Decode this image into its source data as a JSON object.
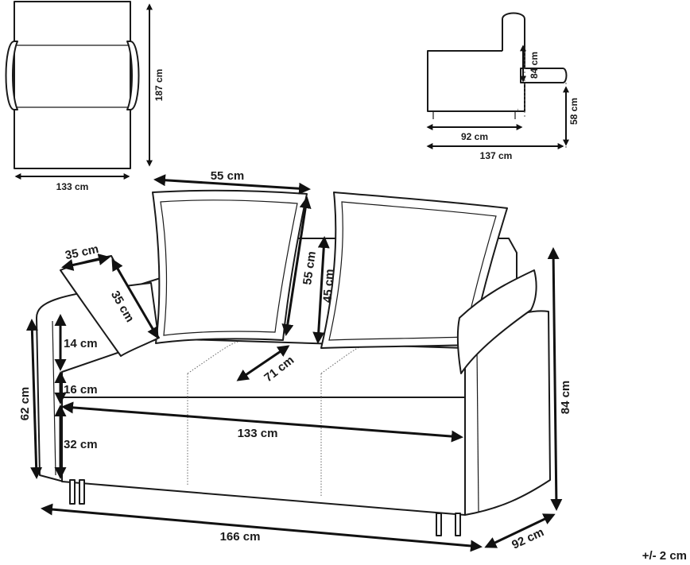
{
  "labels": {
    "top_depth": "187 cm",
    "top_width": "133 cm",
    "side_back_height": "84 cm",
    "side_seat_height": "58 cm",
    "side_depth": "92 cm",
    "side_extended": "137 cm",
    "pillow_width": "55 cm",
    "pillow_height": "55 cm",
    "back_height": "45 cm",
    "small_pillow_w": "35 cm",
    "small_pillow_h": "35 cm",
    "arm_height": "14 cm",
    "seat_thickness": "16 cm",
    "base_height": "32 cm",
    "total_side_height": "62 cm",
    "seat_depth": "71 cm",
    "seat_width": "133 cm",
    "total_height": "84 cm",
    "total_width": "166 cm",
    "total_depth": "92 cm",
    "tolerance": "+/- 2 cm"
  }
}
